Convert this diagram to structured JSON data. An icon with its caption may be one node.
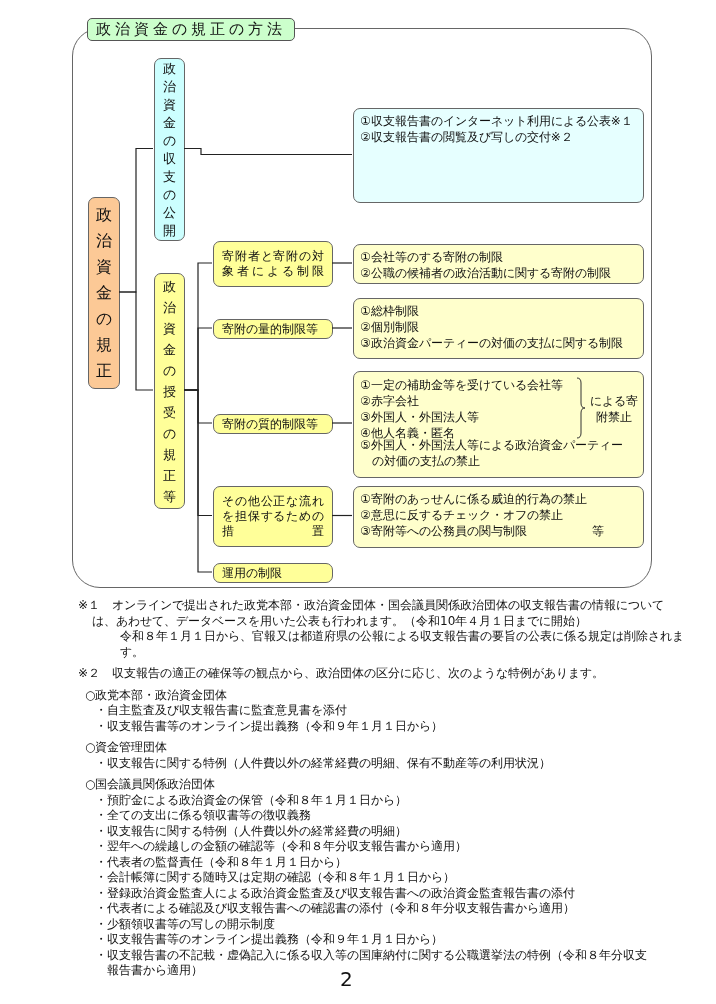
{
  "diagram": {
    "nodes": [
      {
        "text": [
          "政治資金の規正の方法"
        ]
      },
      {
        "text": [
          "政治資金の規正"
        ],
        "in": 0
      },
      {
        "text": [
          "政治資金の収支の公開"
        ],
        "in": 0
      },
      {
        "text": [
          "①収支報告書のインターネット利用による公表※１",
          "②収支報告書の閲覧及び写しの交付※２"
        ],
        "in": 0
      },
      {
        "text": [
          "政治資金の授受の規正等"
        ],
        "in": 0
      },
      {
        "text": [
          "寄附者と寄附の対象者による制限"
        ],
        "in": 0
      },
      {
        "text": [
          "①会社等のする寄附の制限",
          "②公職の候補者の政治活動に関する寄附の制限"
        ],
        "in": 0
      },
      {
        "text": [
          "寄附の量的制限等"
        ],
        "in": 0
      },
      {
        "text": [
          "①総枠制限",
          "②個別制限",
          "③政治資金パーティーの対価の支払に関する制限"
        ],
        "in": 0
      },
      {
        "text": [
          "寄附の質的制限等"
        ],
        "in": 0
      },
      {
        "text": [
          "①一定の補助金等を受けている会社等",
          "②赤字会社",
          "③外国人・外国法人等",
          "④他人名義・匿名",
          "による寄附禁止",
          "⑤外国人・外国法人等による政治資金パーティーの対価の支払の禁止"
        ],
        "in": 0
      },
      {
        "text": [
          "その他公正な流れを担保するための措置"
        ],
        "in": 0
      },
      {
        "text": [
          "①寄附のあっせんに係る威迫的行為の禁止",
          "②意思に反するチェック・オフの禁止",
          "③寄附等への公務員の関与制限",
          "等"
        ],
        "in": 0
      },
      {
        "text": [
          "運用の制限"
        ],
        "in": 0
      }
    ],
    "edges": [
      {
        "from": 1,
        "to": 2,
        "arrow": "none"
      },
      {
        "from": 1,
        "to": 4,
        "arrow": "none"
      },
      {
        "from": 2,
        "to": 3,
        "arrow": "none"
      },
      {
        "from": 4,
        "to": 5,
        "arrow": "none"
      },
      {
        "from": 4,
        "to": 7,
        "arrow": "none"
      },
      {
        "from": 4,
        "to": 9,
        "arrow": "none"
      },
      {
        "from": 4,
        "to": 11,
        "arrow": "none"
      },
      {
        "from": 4,
        "to": 13,
        "arrow": "none"
      },
      {
        "from": 5,
        "to": 6,
        "arrow": "none"
      },
      {
        "from": 7,
        "to": 8,
        "arrow": "none"
      },
      {
        "from": 9,
        "to": 10,
        "arrow": "none"
      },
      {
        "from": 11,
        "to": 12,
        "arrow": "none"
      }
    ],
    "labels": [
      "※１　オンラインで提出された政党本部・政治資金団体・国会議員関係政治団体の収支報告書の情報については、あわせて、データベースを用いた公表も行われます。（令和10年４月１日までに開始）",
      "令和８年１月１日から、官報又は都道府県の公報による収支報告書の要旨の公表に係る規定は削除されます。",
      "※２　収支報告の適正の確保等の観点から、政治団体の区分に応じ、次のような特例があります。",
      "○政党本部・政治資金団体",
      "・自主監査及び収支報告書に監査意見書を添付",
      "・収支報告書等のオンライン提出義務（令和９年１月１日から）",
      "○資金管理団体",
      "・収支報告に関する特例（人件費以外の経常経費の明細、保有不動産等の利用状況）",
      "○国会議員関係政治団体",
      "・預貯金による政治資金の保管（令和８年１月１日から）",
      "・全ての支出に係る領収書等の徴収義務",
      "・収支報告に関する特例（人件費以外の経常経費の明細）",
      "・翌年への繰越しの金額の確認等（令和８年分収支報告書から適用）",
      "・代表者の監督責任（令和８年１月１日から）",
      "・会計帳簿に関する随時又は定期の確認（令和８年１月１日から）",
      "・登録政治資金監査人による政治資金監査及び収支報告書への政治資金監査報告書の添付",
      "・代表者による確認及び収支報告書への確認書の添付（令和８年分収支報告書から適用）",
      "・少額領収書等の写しの開示制度",
      "・収支報告書等のオンライン提出義務（令和９年１月１日から）",
      "・収支報告書の不記載・虚偽記入に係る収入等の国庫納付に関する公職選挙法の特例（令和８年分収支報告書から適用）",
      "2"
    ]
  }
}
